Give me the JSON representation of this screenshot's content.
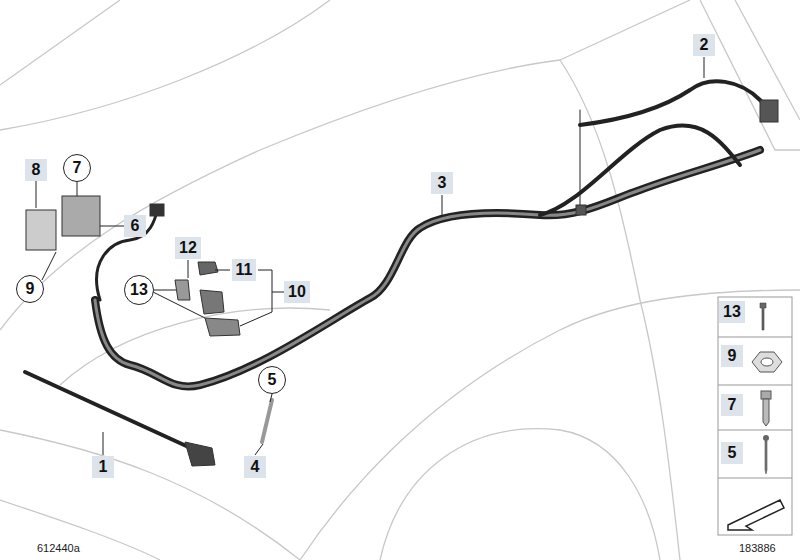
{
  "diagram": {
    "nodes": [
      {
        "text": [
          "2"
        ]
      },
      {
        "text": [
          "7"
        ]
      },
      {
        "text": [
          "8"
        ]
      },
      {
        "text": [
          "3"
        ]
      },
      {
        "text": [
          "6"
        ]
      },
      {
        "text": [
          "12"
        ]
      },
      {
        "text": [
          "11"
        ]
      },
      {
        "text": [
          "13"
        ]
      },
      {
        "text": [
          "10"
        ]
      },
      {
        "text": [
          "9"
        ]
      },
      {
        "text": [
          "5"
        ]
      },
      {
        "text": [
          "1"
        ]
      },
      {
        "text": [
          "4"
        ]
      },
      {
        "text": [
          "13"
        ]
      },
      {
        "text": [
          "9"
        ]
      },
      {
        "text": [
          "7"
        ]
      },
      {
        "text": [
          "5"
        ]
      }
    ],
    "labels": [
      "612440a",
      "183886"
    ]
  }
}
